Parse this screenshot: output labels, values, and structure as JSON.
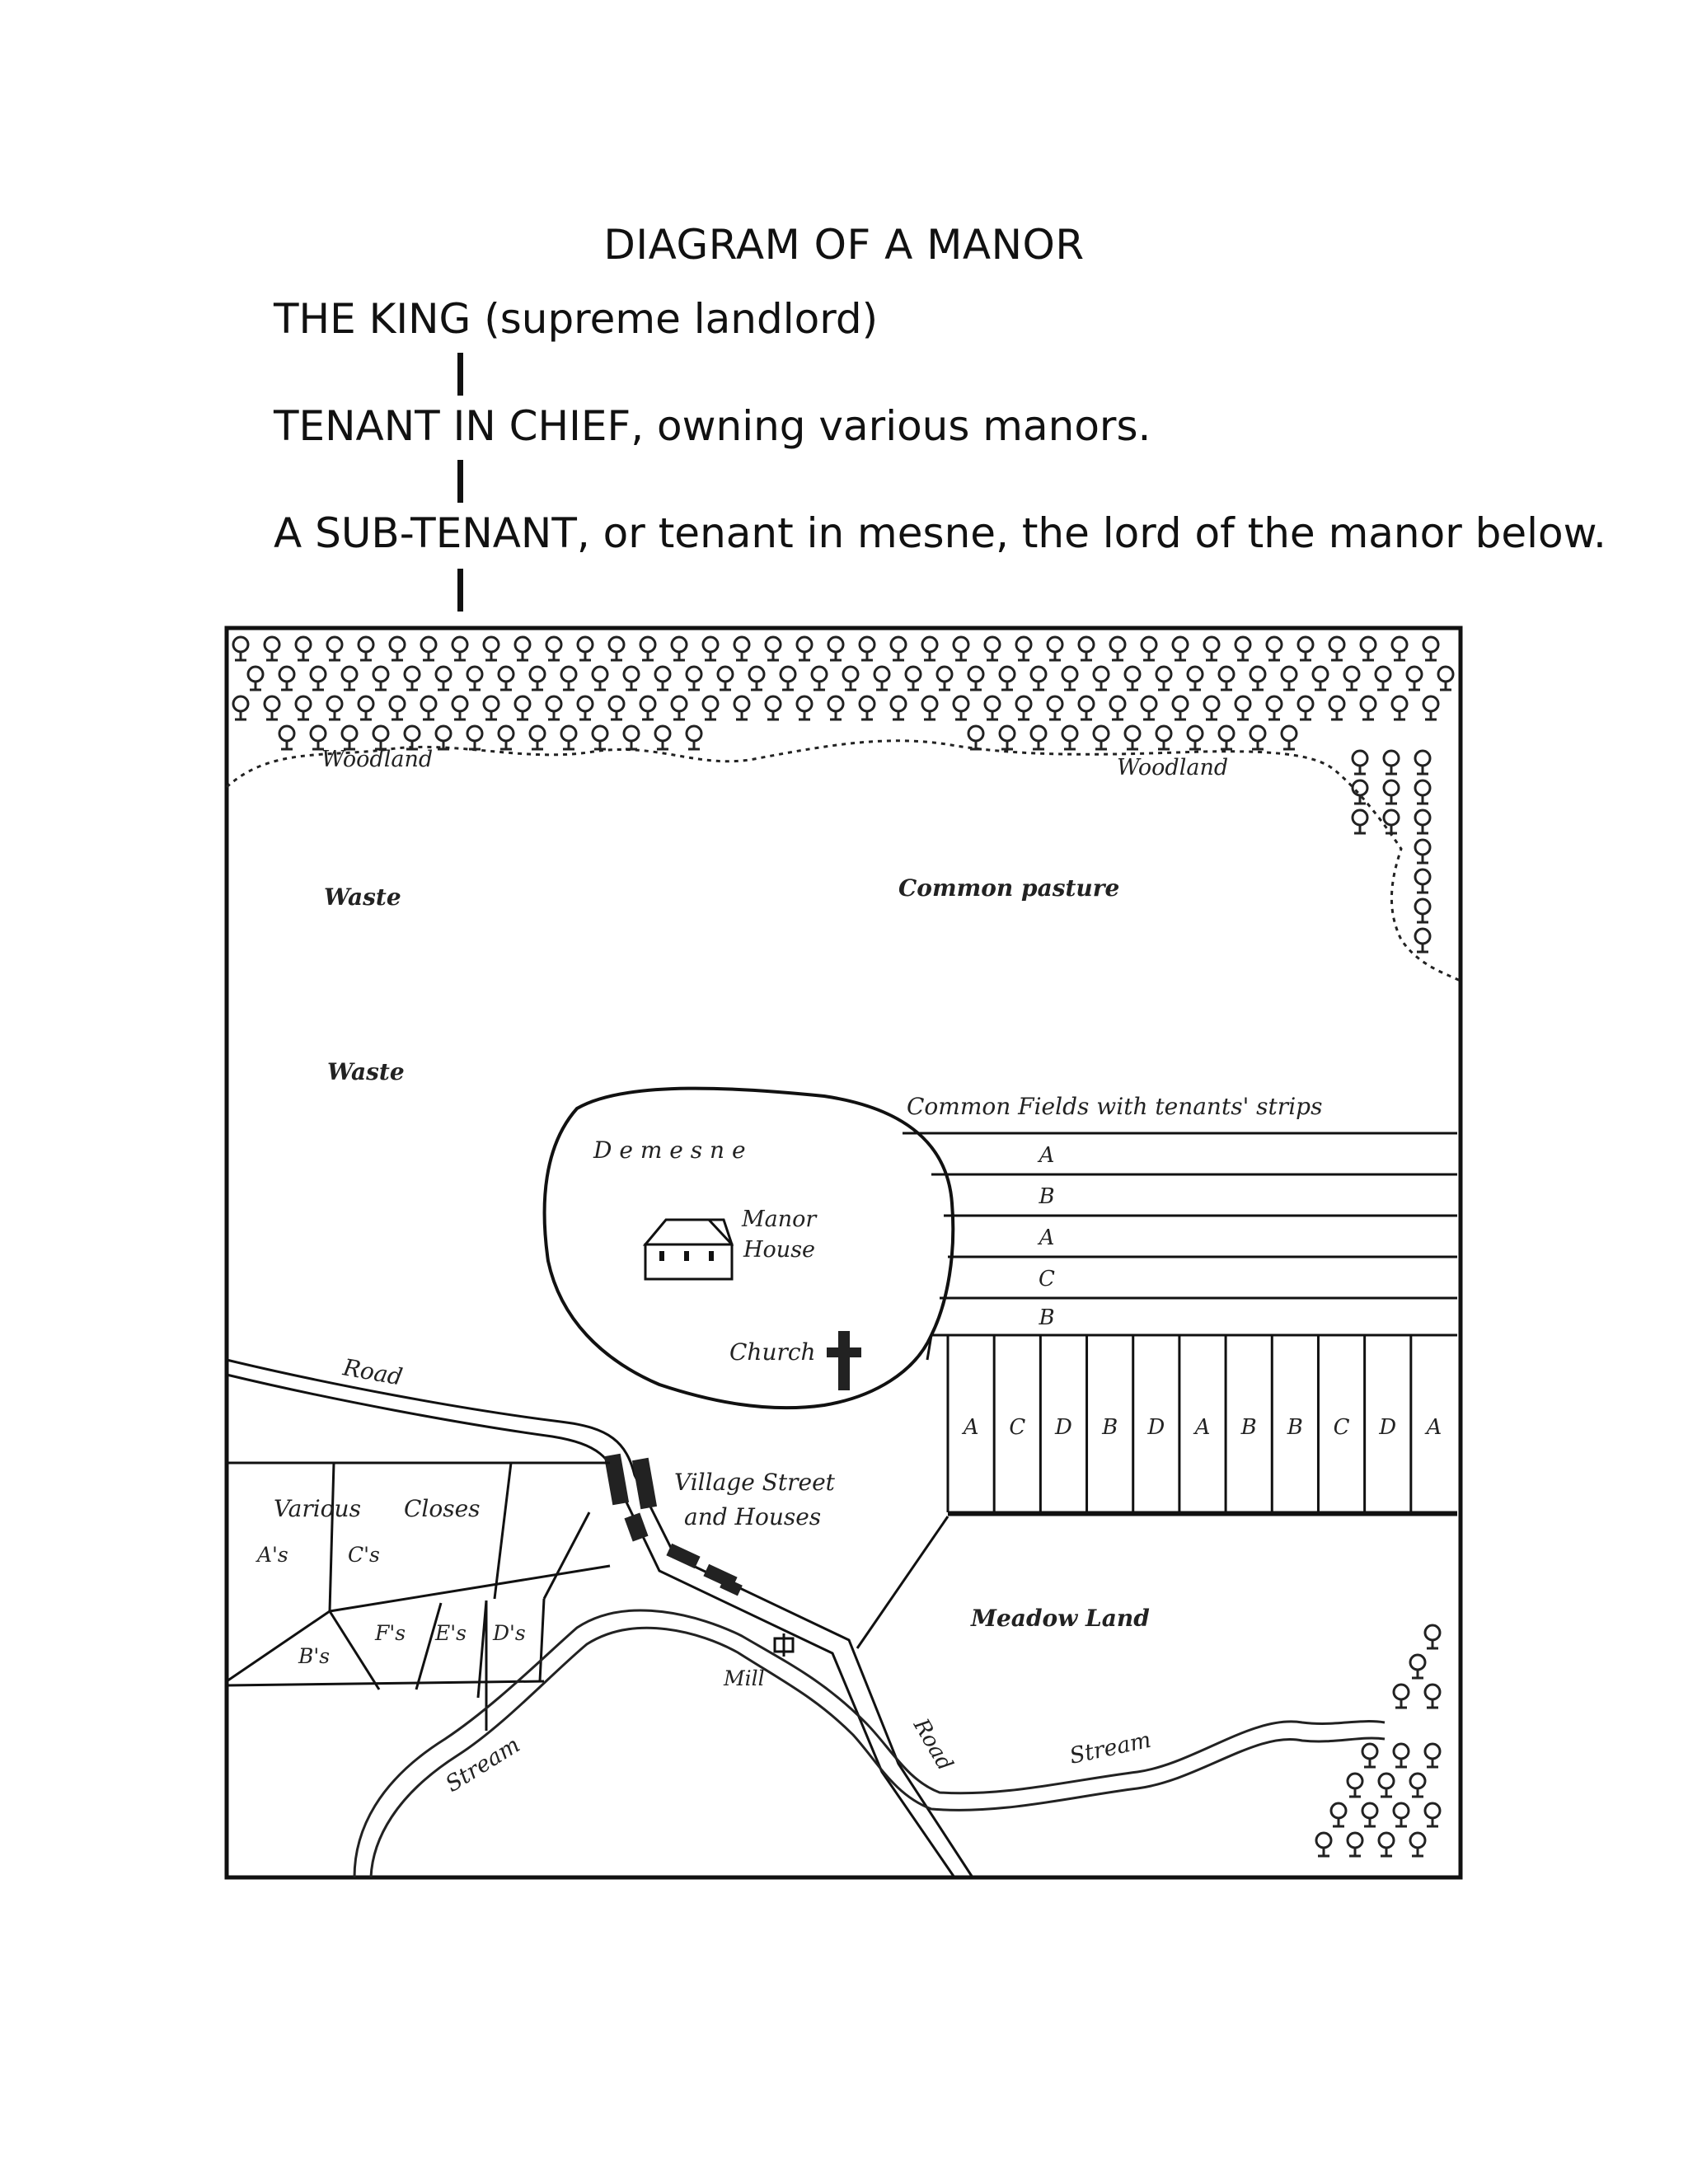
{
  "title": "DIAGRAM OF A MANOR",
  "hierarchy": [
    "THE KING (supreme landlord)",
    "TENANT IN CHIEF, owning various manors.",
    "A SUB-TENANT, or tenant in mesne, the lord of the manor below."
  ],
  "map_labels": {
    "woodland_left": "Woodland",
    "woodland_right": "Woodland",
    "waste_1": "Waste",
    "waste_2": "Waste",
    "common_pasture": "Common pasture",
    "common_fields": "Common Fields with tenants' strips",
    "demesne": "D e m e s n e",
    "manor": "Manor",
    "house": "House",
    "church": "Church",
    "road_1": "Road",
    "road_2": "Road",
    "village_1": "Village Street",
    "village_2": "and Houses",
    "various": "Various",
    "closes": "Closes",
    "as": "A's",
    "cs": "C's",
    "bs": "B's",
    "fs": "F's",
    "es": "E's",
    "ds": "D's",
    "meadow": "Meadow Land",
    "mill": "Mill",
    "stream_1": "Stream",
    "stream_2": "Stream"
  },
  "horizontal_strips": [
    "A",
    "B",
    "A",
    "C",
    "B"
  ],
  "vertical_strips": [
    "A",
    "C",
    "D",
    "B",
    "D",
    "A",
    "B",
    "B",
    "C",
    "D",
    "A"
  ]
}
